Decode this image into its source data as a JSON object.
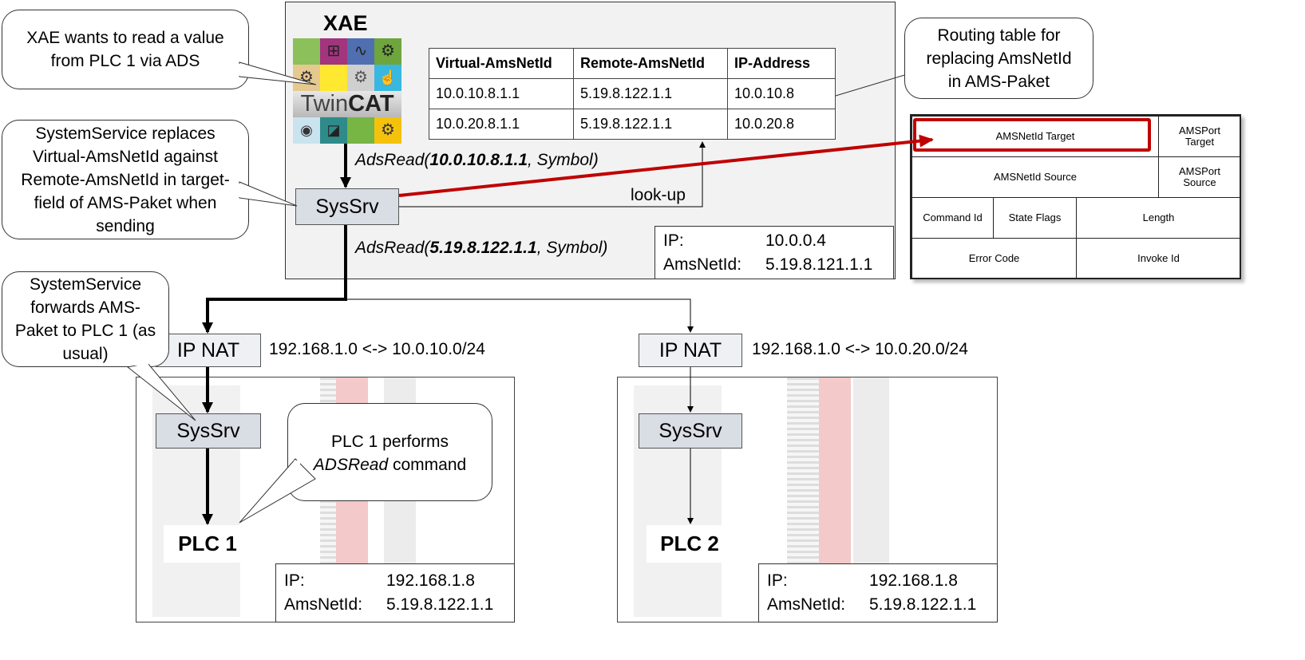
{
  "callouts": {
    "xae_read": "XAE wants to read a value from PLC 1 via ADS",
    "routing_table": "Routing table for replacing AmsNetId in AMS-Paket",
    "sysservice_replaces": "SystemService replaces Virtual-AmsNetId against Remote-AmsNetId in target-field of AMS-Paket when sending",
    "sysservice_forwards": "SystemService forwards AMS-Paket to PLC 1 (as usual)",
    "plc1_performs_prefix": "PLC 1 performs",
    "plc1_performs_cmd": "ADSRead",
    "plc1_performs_suffix": " command"
  },
  "xae": {
    "title": "XAE",
    "logo_text_light": "Twin",
    "logo_text_bold": "CAT",
    "sysrv": "SysSrv",
    "ads_read_1": {
      "prefix": "AdsRead(",
      "id": "10.0.10.8.1.1",
      "suffix": ", Symbol)"
    },
    "ads_read_2": {
      "prefix": "AdsRead(",
      "id": "5.19.8.122.1.1",
      "suffix": ", Symbol)"
    },
    "lookup": "look-up",
    "ip_label": "IP:",
    "ip": "10.0.0.4",
    "amsnetid_label": "AmsNetId:",
    "amsnetid": "5.19.8.121.1.1"
  },
  "routing_table": {
    "headers": [
      "Virtual-AmsNetId",
      "Remote-AmsNetId",
      "IP-Address"
    ],
    "rows": [
      [
        "10.0.10.8.1.1",
        "5.19.8.122.1.1",
        "10.0.10.8"
      ],
      [
        "10.0.20.8.1.1",
        "5.19.8.122.1.1",
        "10.0.20.8"
      ]
    ]
  },
  "ams_packet": {
    "target": "AMSNetId Target",
    "port_target": "AMSPort Target",
    "source": "AMSNetId Source",
    "port_source": "AMSPort Source",
    "command_id": "Command Id",
    "state_flags": "State Flags",
    "length": "Length",
    "error_code": "Error Code",
    "invoke_id": "Invoke Id"
  },
  "plc1": {
    "nat": "IP NAT",
    "nat_rule": "192.168.1.0 <-> 10.0.10.0/24",
    "sysrv": "SysSrv",
    "name": "PLC 1",
    "ip_label": "IP:",
    "ip": "192.168.1.8",
    "amsnetid_label": "AmsNetId:",
    "amsnetid": "5.19.8.122.1.1"
  },
  "plc2": {
    "nat": "IP NAT",
    "nat_rule": "192.168.1.0 <-> 10.0.20.0/24",
    "sysrv": "SysSrv",
    "name": "PLC 2",
    "ip_label": "IP:",
    "ip": "192.168.1.8",
    "amsnetid_label": "AmsNetId:",
    "amsnetid": "5.19.8.122.1.1"
  },
  "colors": {
    "highlight": "#c00000",
    "sysrv_bg": "#d9dde4",
    "panel_bg": "#f2f2f2"
  }
}
